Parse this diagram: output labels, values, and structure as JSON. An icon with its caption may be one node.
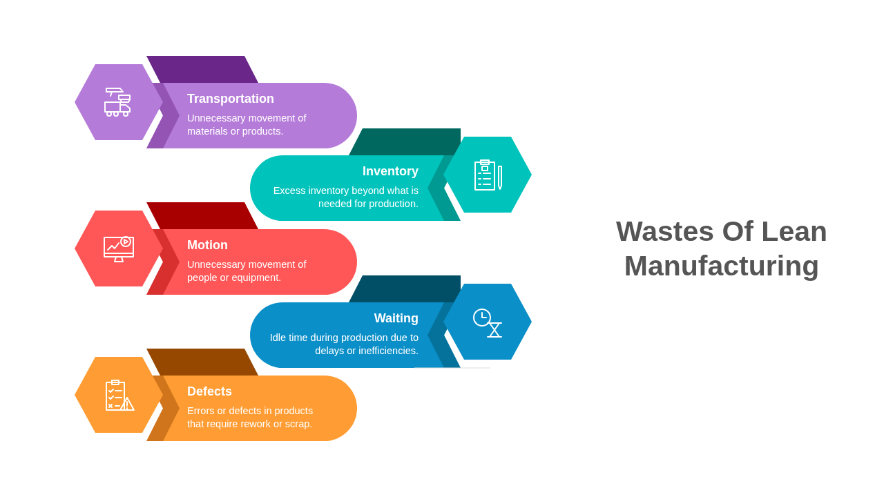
{
  "diagram": {
    "title": "Wastes Of Lean Manufacturing",
    "nodes": [
      {
        "text": [
          "Transportation",
          "Unnecessary movement of materials or products."
        ]
      },
      {
        "text": [
          "Inventory",
          "Excess inventory beyond what is needed for production."
        ]
      },
      {
        "text": [
          "Motion",
          "Unnecessary movement of people or equipment."
        ]
      },
      {
        "text": [
          "Waiting",
          "Idle time during production due to delays or inefficiencies."
        ]
      },
      {
        "text": [
          "Defects",
          "Errors or defects in products that require rework or scrap."
        ]
      }
    ]
  }
}
